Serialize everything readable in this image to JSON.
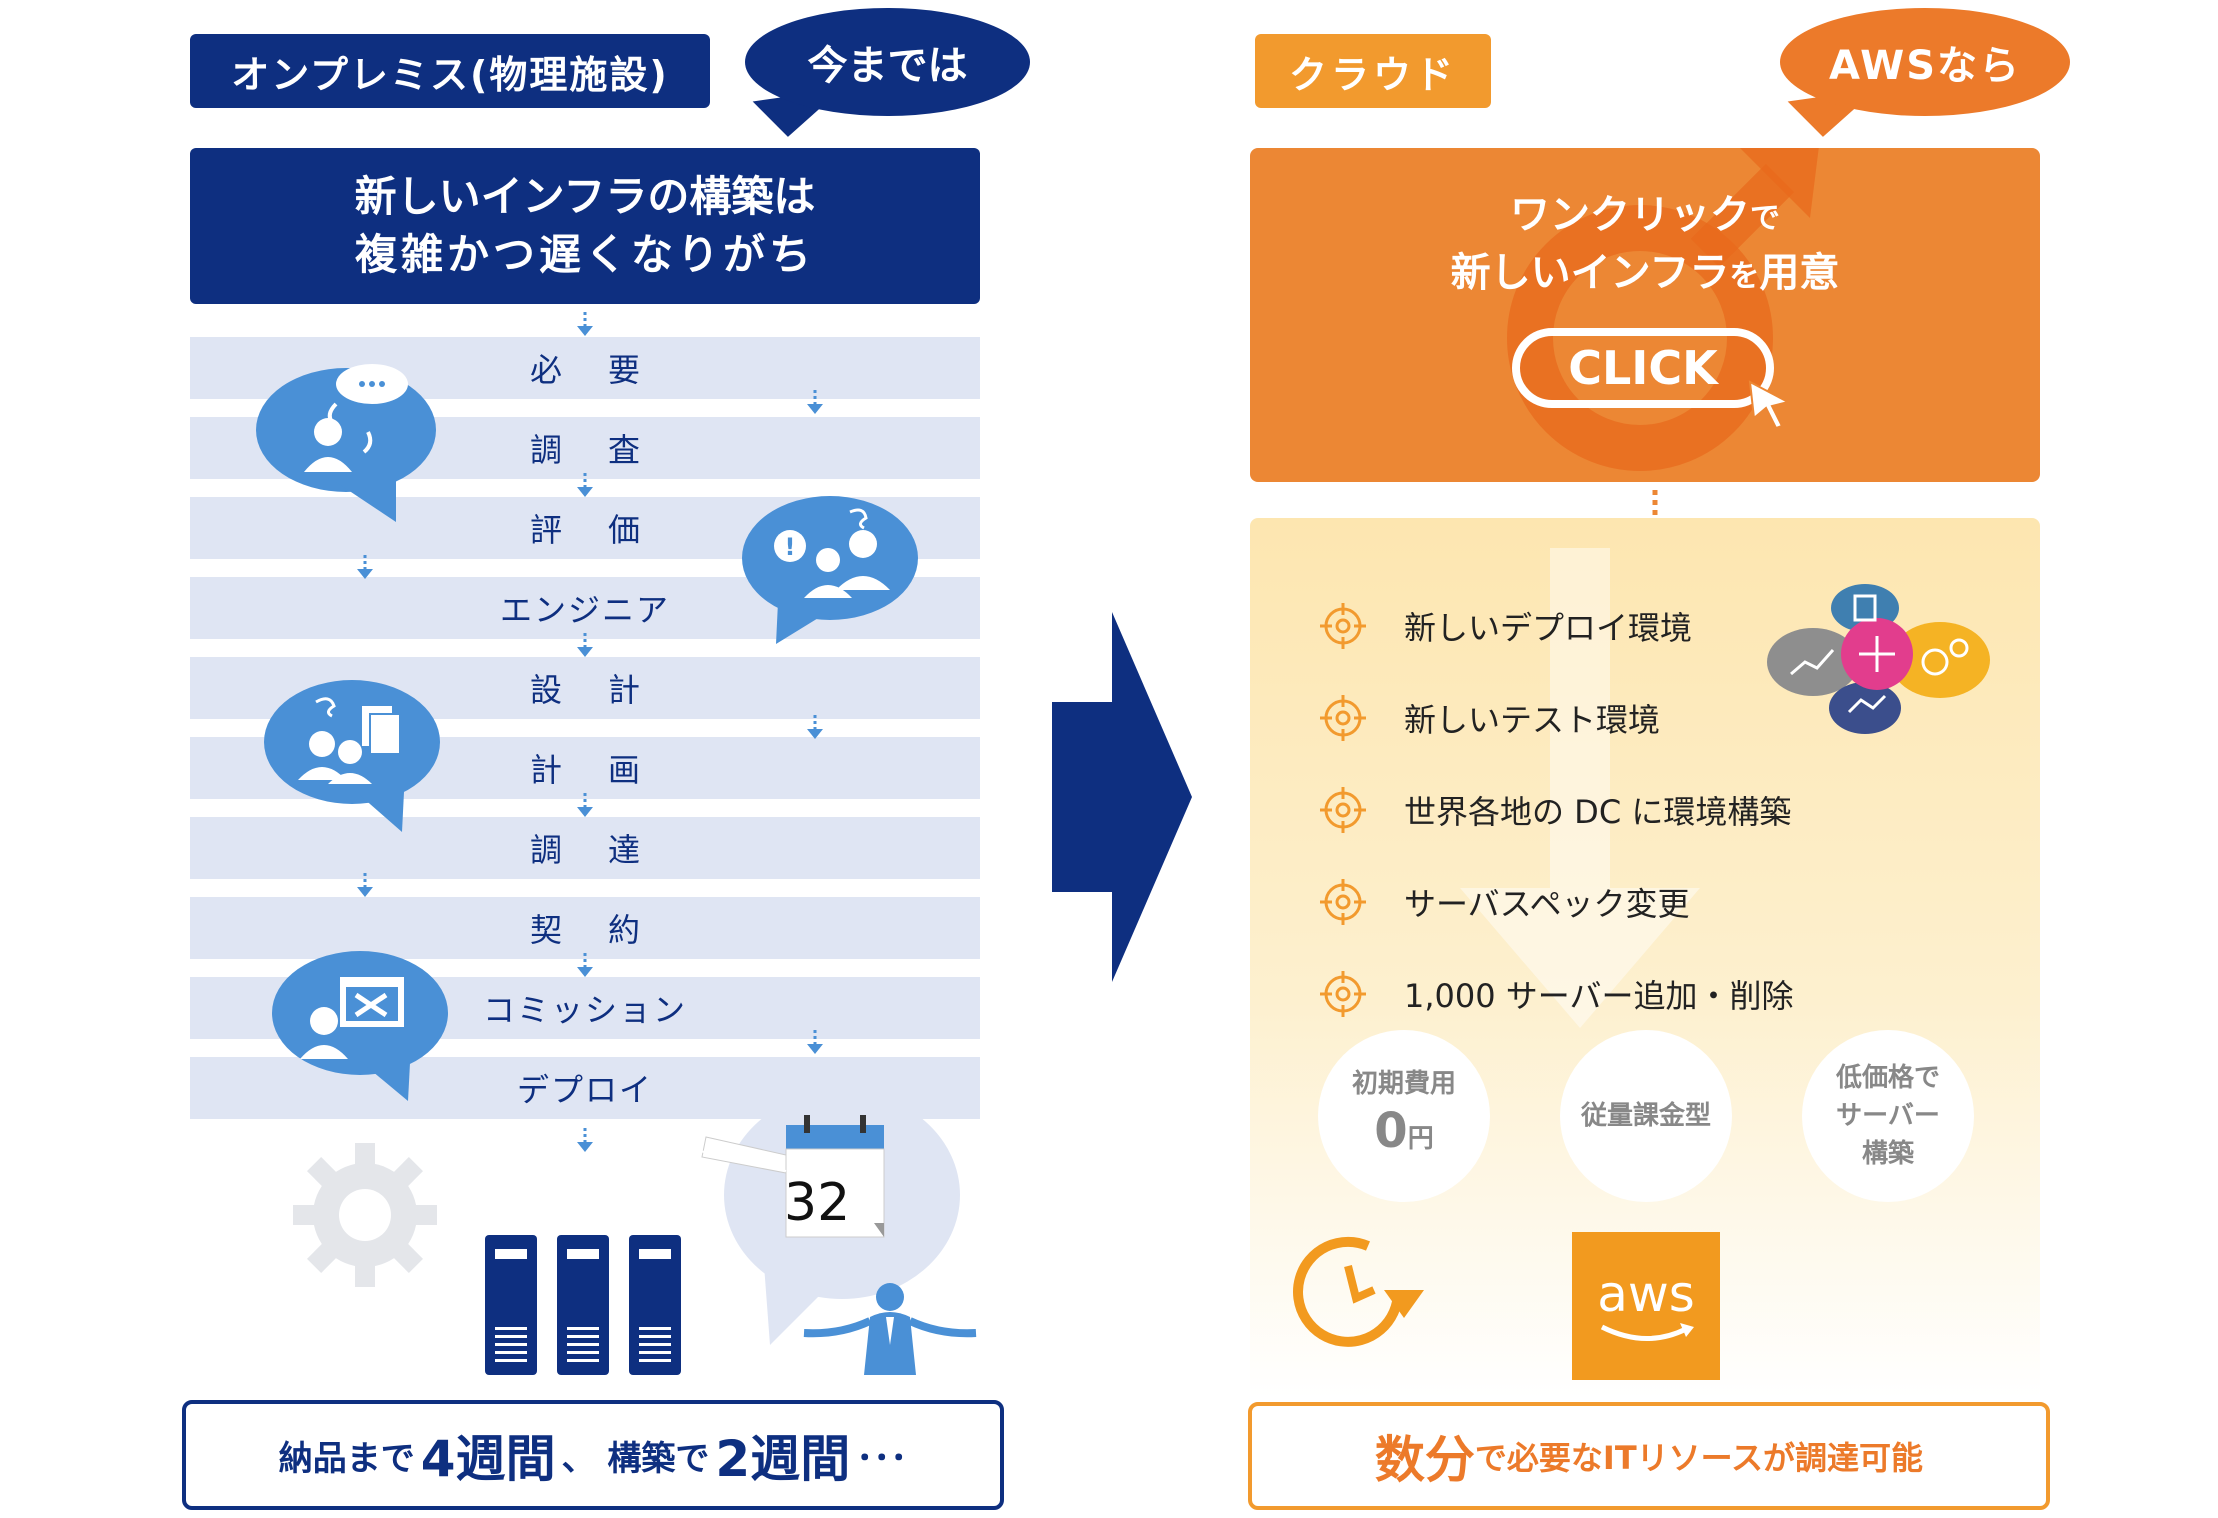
{
  "left": {
    "tag": "オンプレミス(物理施設)",
    "bubble": "今までは",
    "headline_1": "新しいインフラの構築は",
    "headline_2": "複雑かつ遅くなりがち",
    "steps": [
      "必要",
      "調査",
      "評価",
      "エンジニア",
      "設計",
      "計画",
      "調達",
      "契約",
      "コミッション",
      "デプロイ"
    ],
    "calendar_day": "32",
    "footer_a": "納品まで",
    "footer_b": "4週間",
    "footer_c": "、 構築で",
    "footer_d": "2週間",
    "footer_e": "･･･"
  },
  "right": {
    "tag": "クラウド",
    "bubble": "AWSなら",
    "headline_1a": "ワンクリック",
    "headline_1b": "で",
    "headline_2a": "新しいインフラ",
    "headline_2b": "を",
    "headline_2c": "用意",
    "click_label": "CLICK",
    "items": [
      "新しいデプロイ環境",
      "新しいテスト環境",
      "世界各地の DC に環境構築",
      "サーバスペック変更",
      "1,000 サーバー追加・削除"
    ],
    "circle_1_a": "初期費用",
    "circle_1_b": "0",
    "circle_1_c": "円",
    "circle_2": "従量課金型",
    "circle_3_a": "低価格で",
    "circle_3_b": "サーバー",
    "circle_3_c": "構築",
    "aws_logo": "aws",
    "footer_a": "数分",
    "footer_b": "で必要なITリソースが調達可能"
  },
  "colors": {
    "navy": "#0e2f80",
    "orange": "#ec7a2a",
    "light_orange": "#f29a2e",
    "stripe": "#dfe5f3",
    "icon_blue": "#4a90d6"
  }
}
